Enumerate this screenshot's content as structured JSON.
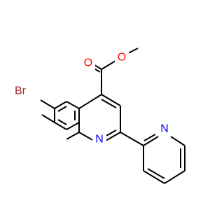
{
  "molecule": {
    "labels": {
      "bromine": "Br",
      "ester_carbonyl_oxygen": "O",
      "ester_ether_oxygen": "O",
      "quinoline_nitrogen": "N",
      "pyridine_nitrogen": "N"
    },
    "colors": {
      "bond": "#000000",
      "bromine": "#a52a2a",
      "oxygen": "#ff0000",
      "nitrogen": "#0000ff",
      "background": "#ffffff"
    }
  }
}
